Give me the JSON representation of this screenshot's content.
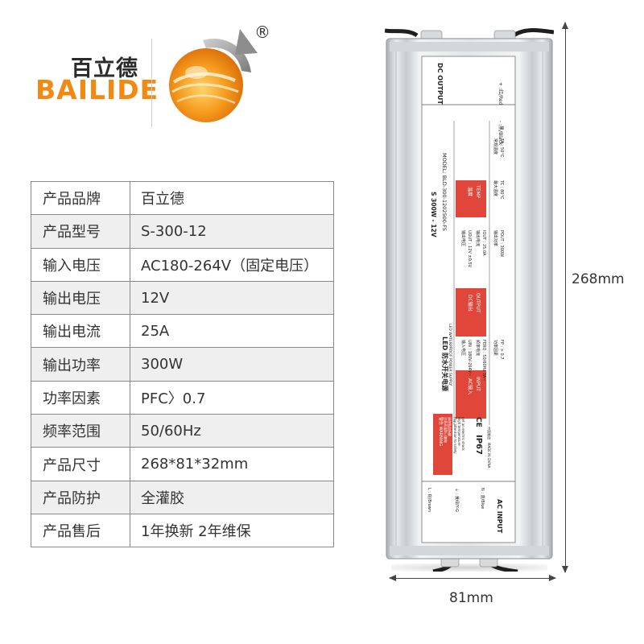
{
  "logo": {
    "cn_name": "百立德",
    "en_name": "BAILIDE",
    "registered_mark": "®",
    "colors": {
      "orange": "#f08a12",
      "dark": "#2b2b2b",
      "gray": "#9a9a9a"
    }
  },
  "specs": [
    {
      "label": "产品品牌",
      "value": "百立德"
    },
    {
      "label": "产品型号",
      "value": "S-300-12"
    },
    {
      "label": "输入电压",
      "value": "AC180-264V（固定电压）"
    },
    {
      "label": "输出电压",
      "value": "12V"
    },
    {
      "label": "输出电流",
      "value": "25A"
    },
    {
      "label": "输出功率",
      "value": "300W"
    },
    {
      "label": "功率因素",
      "value": "PFC〉0.7"
    },
    {
      "label": "频率范围",
      "value": "50/60Hz"
    },
    {
      "label": "产品尺寸",
      "value": "268*81*32mm"
    },
    {
      "label": "产品防护",
      "value": "全灌胶"
    },
    {
      "label": "产品售后",
      "value": "1年换新 2年维保"
    }
  ],
  "product_label": {
    "dc_output": "DC OUTPUT",
    "red_wire": "+ :红/Red",
    "black_wire": "- :黑/Black",
    "model_line1": "S  300W - 12V",
    "model_line2": "MODEL: BLD-300-1202500-FS",
    "temp_ta_cn": "常规温度",
    "temp_ta": "TA : 50°C",
    "temp_tc_cn": "最大温度",
    "temp_tc": "TC : 80°C",
    "temp_badge_cn": "温度",
    "temp_badge": "TEMP",
    "out_v_cn": "输出电压",
    "out_v": "UOUT : 12V ±0.5V",
    "out_i_cn": "输出电流",
    "out_i": "IOUT : 25.0A",
    "out_p_cn": "输出功率",
    "out_p": "POUT : 300W",
    "dc_badge_cn": "DC输出",
    "dc_badge": "OUTPUT",
    "in_v_cn": "输入电压",
    "in_v": "UIN : 180V-264V~",
    "freq_cn": "频率电流",
    "freq": "FERQ : 50/60Hz 3A~",
    "pf_cn": "功率因素",
    "pf": "FP : > 0.7",
    "ac_badge_cn": "AC输入",
    "ac_badge": "INPUT",
    "led_title_cn": "LED 防水开关电源",
    "led_title_en": "LED WATERPROOF POWER SUPPLY",
    "warning_title": "警告 WARNING",
    "warning_cn1": "注意高温防止触电",
    "warning_cn2": "请勿私自拆解",
    "warning_en1": "Pay attention to safety",
    "warning_en2": "High temperature",
    "warning_en3": "get an electric shock",
    "ce": "CE",
    "ip": "IP67",
    "made_cn": "中国制造",
    "made_en": "MADE IN CHINA",
    "ac_input": "AC INPUT",
    "live_wire": "L : 棕/Brown",
    "ground_wire": "⏚ : 黄绿/Y-G",
    "neutral_wire": "N : 蓝/Blue",
    "colors": {
      "red": "#e0473a",
      "line": "#555555"
    }
  },
  "dimensions": {
    "length": "268mm",
    "width": "81mm"
  }
}
